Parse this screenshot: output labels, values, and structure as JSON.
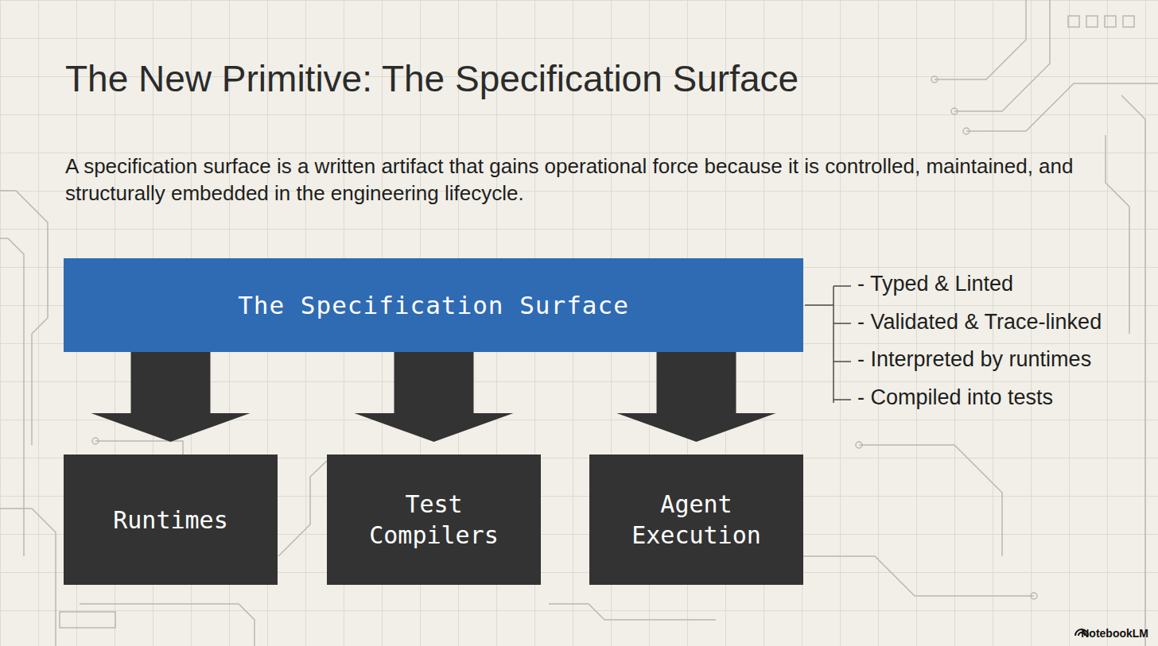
{
  "diagram": {
    "title": "The New Primitive: The Specification Surface",
    "caption": "A specification surface is a written artifact that gains operational force because it is controlled, maintained, and structurally embedded in the engineering lifecycle.",
    "nodes": [
      {
        "text": [
          "The Specification Surface"
        ]
      },
      {
        "text": [
          "Runtimes"
        ]
      },
      {
        "text": [
          "Test Compilers"
        ]
      },
      {
        "text": [
          "Agent Execution"
        ]
      }
    ],
    "edges": [
      {
        "from": 0,
        "to": 1,
        "arrow": "to"
      },
      {
        "from": 0,
        "to": 2,
        "arrow": "to"
      },
      {
        "from": 0,
        "to": 3,
        "arrow": "to"
      }
    ],
    "labels": [
      "- Typed & Linted",
      "- Validated & Trace-linked",
      "- Interpreted by runtimes",
      "- Compiled into tests",
      "NotebookLM"
    ]
  }
}
